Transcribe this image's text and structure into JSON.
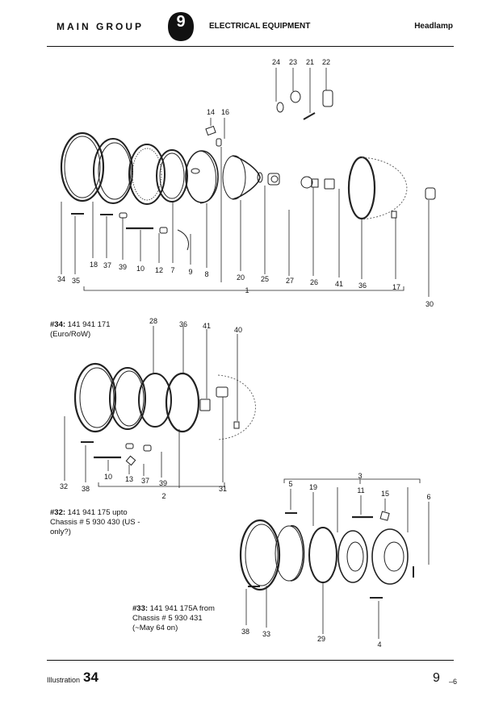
{
  "header": {
    "group_label": "MAIN GROUP",
    "group_number": "9",
    "section": "ELECTRICAL EQUIPMENT",
    "topic": "Headlamp"
  },
  "callouts": {
    "top": [
      "24",
      "23",
      "21",
      "22",
      "14",
      "16",
      "34",
      "35",
      "18",
      "37",
      "39",
      "10",
      "12",
      "7",
      "9",
      "8",
      "20",
      "25",
      "27",
      "26",
      "41",
      "36",
      "17",
      "1",
      "30"
    ],
    "middle": [
      "28",
      "36",
      "41",
      "40",
      "32",
      "38",
      "10",
      "13",
      "37",
      "39",
      "2",
      "31"
    ],
    "bottom": [
      "3",
      "5",
      "19",
      "11",
      "15",
      "6",
      "38",
      "33",
      "29",
      "4"
    ]
  },
  "notes": {
    "n34": {
      "ref": "#34:",
      "text": " 141 941 171\n(Euro/RoW)"
    },
    "n32": {
      "ref": "#32:",
      "text": "  141 941 175  upto\nChassis # 5 930 430 (US -\nonly?)"
    },
    "n33": {
      "ref": "#33:",
      "text": " 141 941 175A from\nChassis # 5 930 431\n(~May 64 on)"
    }
  },
  "footer": {
    "illustration_label": "Illustration",
    "illustration_number": "34",
    "page": "9",
    "page_sub": "–6"
  }
}
